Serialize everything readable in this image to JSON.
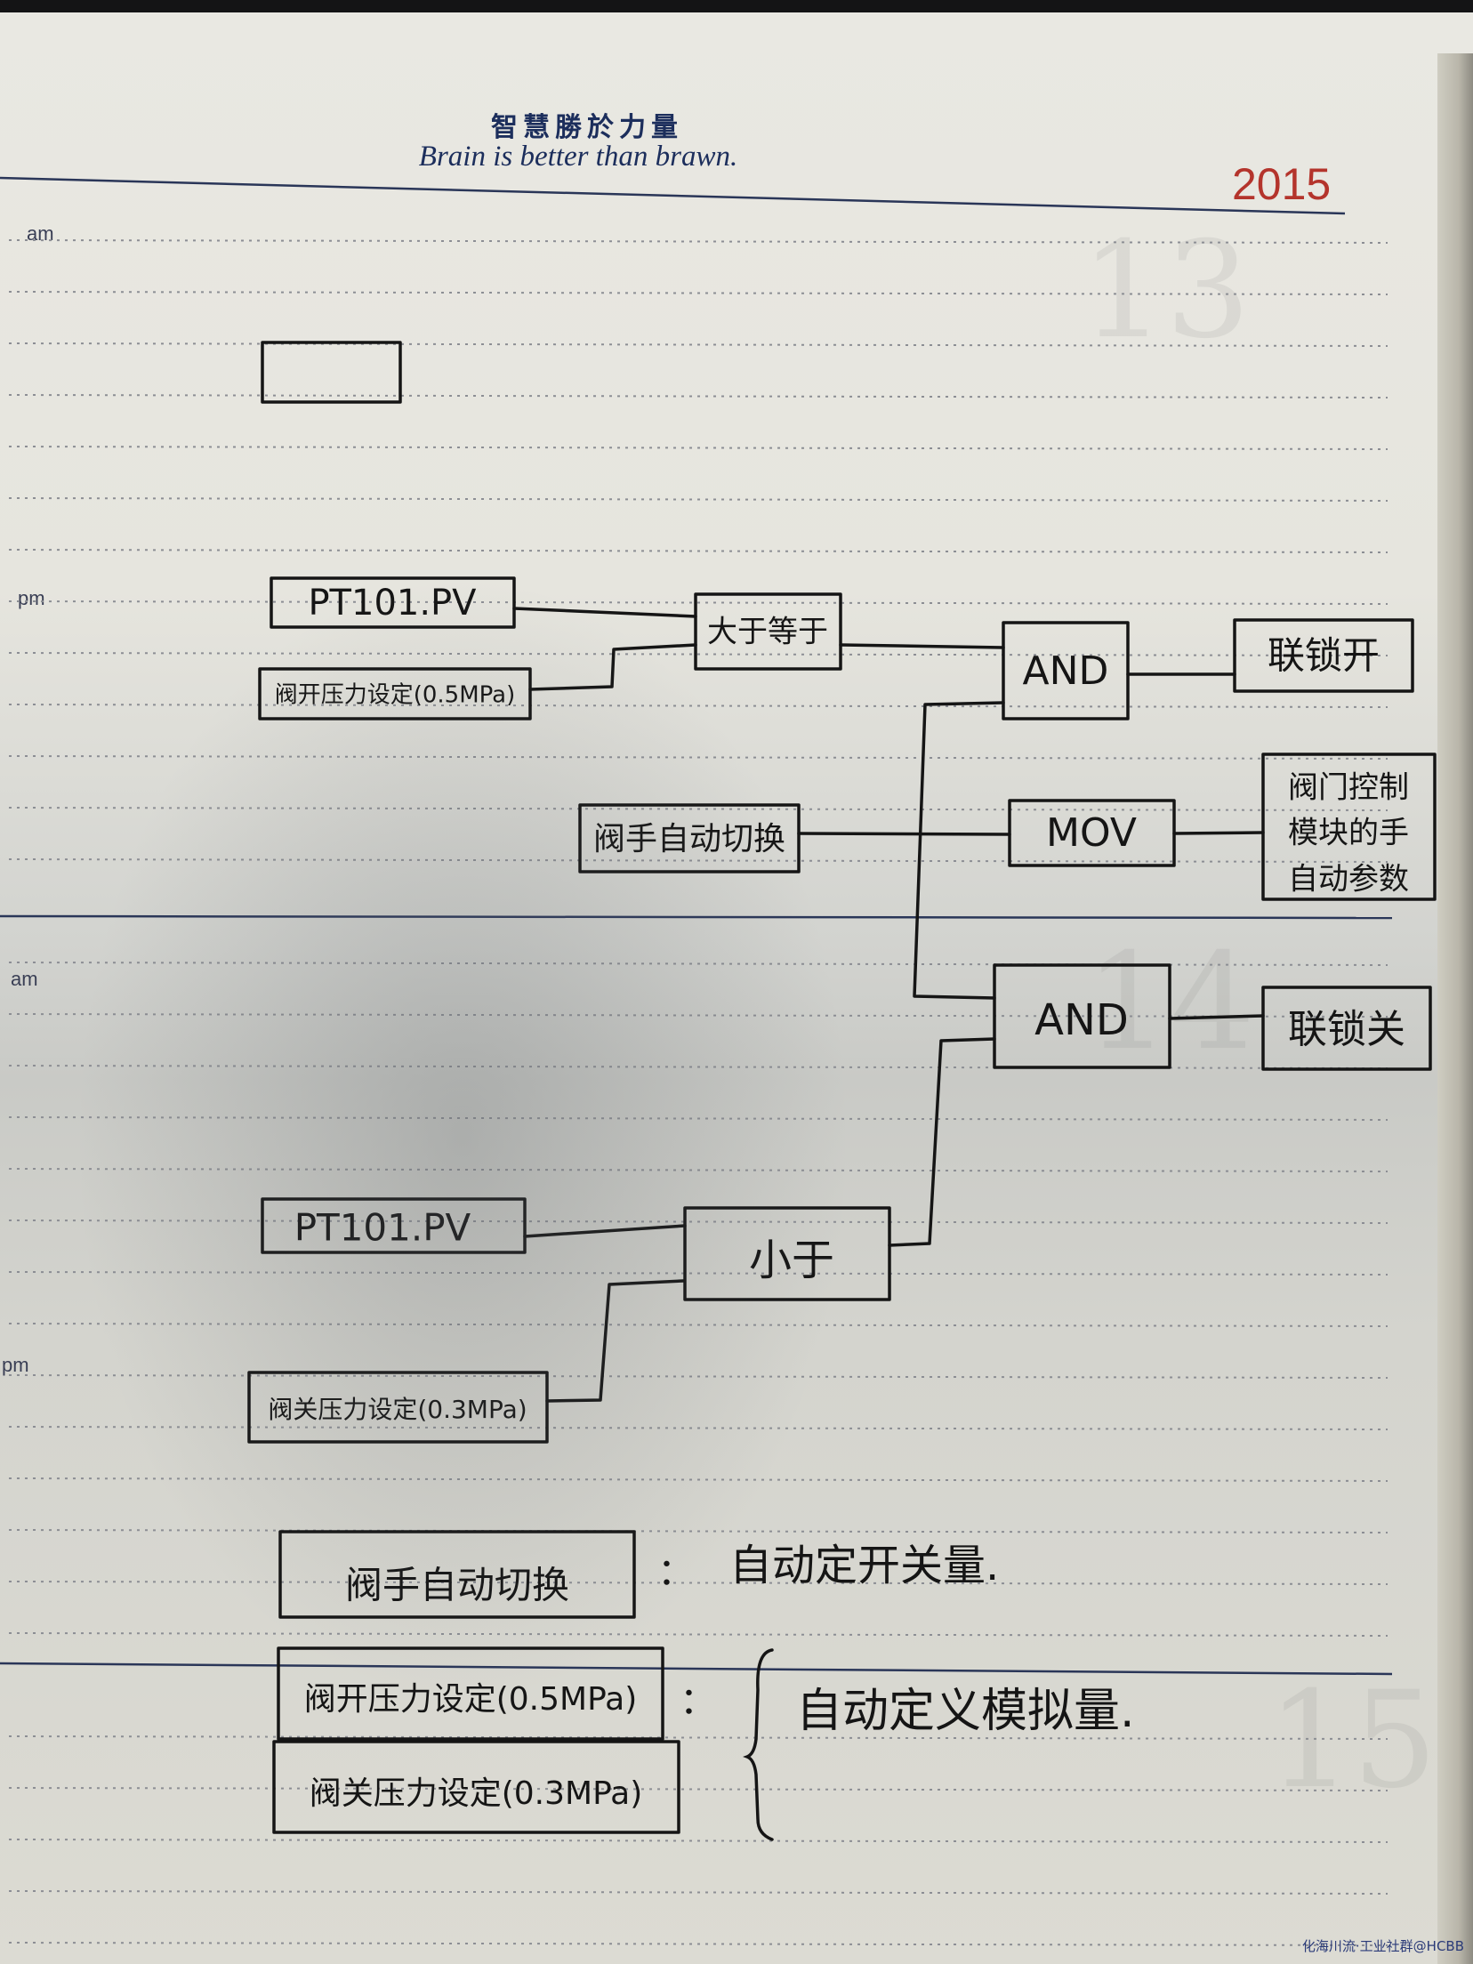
{
  "planner": {
    "motto_cn": "智慧勝於力量",
    "motto_en": "Brain is better than brawn.",
    "year": "2015",
    "slot_am": "am",
    "slot_pm": "pm"
  },
  "diagram": {
    "blocks": {
      "pt101_a": "PT101.PV",
      "open_setpoint": "阀开压力设定(0.5MPa)",
      "greater_than": "大于等于",
      "and_top": "AND",
      "interlock_open": "联锁开",
      "manual_auto_switch": "阀手自动切换",
      "mov": "MOV",
      "valve_param": [
        "阀门控制",
        "模块的手",
        "自动参数"
      ],
      "and_bottom": "AND",
      "interlock_close": "联锁关",
      "pt101_b": "PT101.PV",
      "less_than": "小于",
      "close_setpoint": "阀关压力设定(0.3MPa)"
    },
    "legend": {
      "item1_box": "阀手自动切换",
      "item1_sep": "：",
      "item1_desc": "自动定开关量.",
      "item2_box": "阀开压力设定(0.5MPa)",
      "item3_box": "阀关压力设定(0.3MPa)",
      "item23_sep": "：",
      "item23_desc": "自动定义模拟量."
    }
  },
  "watermark": "化海川流·工业社群@HCBB"
}
